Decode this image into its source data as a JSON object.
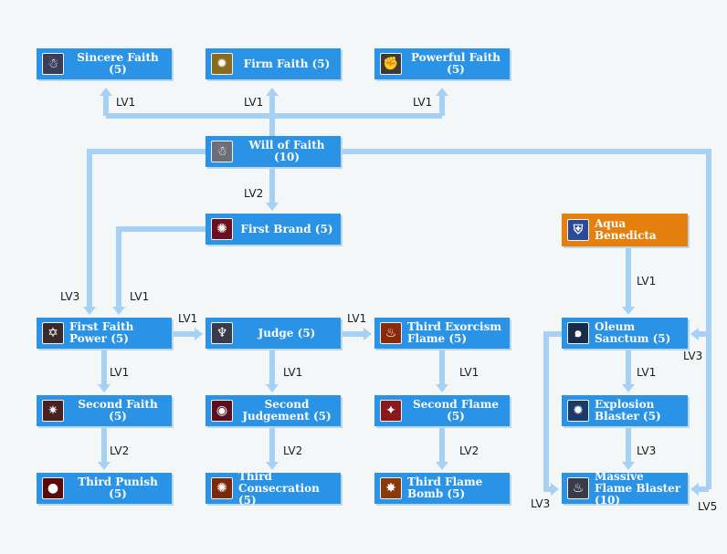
{
  "nodes": [
    {
      "id": "sincere",
      "name": "Sincere Faith",
      "points": "(5)",
      "icon": "praying-figure-icon",
      "glyph": "☃",
      "icon_bg": "#3b3b5a"
    },
    {
      "id": "firm",
      "name": "Firm Faith",
      "points": "(5)",
      "icon": "sun-gear-icon",
      "glyph": "✹",
      "icon_bg": "#8a6a1c"
    },
    {
      "id": "powerful",
      "name": "Powerful Faith",
      "points": "(5)",
      "icon": "fist-icon",
      "glyph": "✊",
      "icon_bg": "#3a3a3a"
    },
    {
      "id": "will",
      "name": "Will of Faith",
      "points": "(10)",
      "icon": "robed-figure-icon",
      "glyph": "☃",
      "icon_bg": "#6c6c7a"
    },
    {
      "id": "brand",
      "name": "First Brand",
      "points": "(5)",
      "icon": "red-sigil-icon",
      "glyph": "✺",
      "icon_bg": "#6a1020"
    },
    {
      "id": "aqua",
      "name": "Aqua Benedicta",
      "points": "",
      "icon": "holy-water-shield-icon",
      "glyph": "⛨",
      "icon_bg": "#2a4a9a"
    },
    {
      "id": "ffpower",
      "name": "First Faith Power",
      "points": "(5)",
      "icon": "hexagram-icon",
      "glyph": "✡",
      "icon_bg": "#3a2a2a"
    },
    {
      "id": "judge",
      "name": "Judge",
      "points": "(5)",
      "icon": "winged-figure-icon",
      "glyph": "♆",
      "icon_bg": "#3a3a4a"
    },
    {
      "id": "exorcism",
      "name": "Third Exorcism Flame",
      "points": "(5)",
      "icon": "flame-icon",
      "glyph": "♨",
      "icon_bg": "#8a2a0a"
    },
    {
      "id": "oleum",
      "name": "Oleum Sanctum",
      "points": "(5)",
      "icon": "blue-swirl-icon",
      "glyph": "๑",
      "icon_bg": "#1a2a4a"
    },
    {
      "id": "sfaith",
      "name": "Second Faith",
      "points": "(5)",
      "icon": "starburst-icon",
      "glyph": "✷",
      "icon_bg": "#4a2020"
    },
    {
      "id": "sjudge",
      "name": "Second Judgement",
      "points": "(5)",
      "icon": "red-circle-icon",
      "glyph": "◉",
      "icon_bg": "#5a1020"
    },
    {
      "id": "sflame",
      "name": "Second Flame",
      "points": "(5)",
      "icon": "fireball-icon",
      "glyph": "✦",
      "icon_bg": "#8a1a1a"
    },
    {
      "id": "explosion",
      "name": "Explosion Blaster",
      "points": "(5)",
      "icon": "blue-burst-icon",
      "glyph": "✹",
      "icon_bg": "#1a3a6a"
    },
    {
      "id": "punish",
      "name": "Third Punish",
      "points": "(5)",
      "icon": "red-orb-icon",
      "glyph": "●",
      "icon_bg": "#5a0a0a"
    },
    {
      "id": "consecration",
      "name": "Third Consecration",
      "points": "(5)",
      "icon": "fire-ring-icon",
      "glyph": "✺",
      "icon_bg": "#7a2a0a"
    },
    {
      "id": "bomb",
      "name": "Third Flame Bomb",
      "points": "(5)",
      "icon": "explosion-icon",
      "glyph": "✸",
      "icon_bg": "#8a3a0a"
    },
    {
      "id": "massive",
      "name": "Massive Flame Blaster",
      "points": "(10)",
      "icon": "white-flame-icon",
      "glyph": "♨",
      "icon_bg": "#3a3a4a"
    }
  ],
  "edge_labels": [
    {
      "id": "sincere",
      "text": "LV1"
    },
    {
      "id": "firm",
      "text": "LV1"
    },
    {
      "id": "powerful",
      "text": "LV1"
    },
    {
      "id": "brand",
      "text": "LV2"
    },
    {
      "id": "will-ffpower",
      "text": "LV3"
    },
    {
      "id": "brand-ffpower",
      "text": "LV1"
    },
    {
      "id": "ffpower-judge",
      "text": "LV1"
    },
    {
      "id": "judge-exorcism",
      "text": "LV1"
    },
    {
      "id": "aqua-oleum",
      "text": "LV1"
    },
    {
      "id": "will-oleum",
      "text": "LV3"
    },
    {
      "id": "ffpower-sfaith",
      "text": "LV1"
    },
    {
      "id": "judge-sjudge",
      "text": "LV1"
    },
    {
      "id": "exorcism-sflame",
      "text": "LV1"
    },
    {
      "id": "oleum-explosion",
      "text": "LV1"
    },
    {
      "id": "sfaith-punish",
      "text": "LV2"
    },
    {
      "id": "sjudge-consecration",
      "text": "LV2"
    },
    {
      "id": "sflame-bomb",
      "text": "LV2"
    },
    {
      "id": "explosion-massive",
      "text": "LV3"
    },
    {
      "id": "oleum-massive",
      "text": "LV3"
    },
    {
      "id": "will-massive",
      "text": "LV5"
    }
  ],
  "colors": {
    "node": "#2a93e6",
    "accent_node": "#e5800e",
    "connector": "#a6d1f5",
    "background": "#f3f7f8"
  }
}
